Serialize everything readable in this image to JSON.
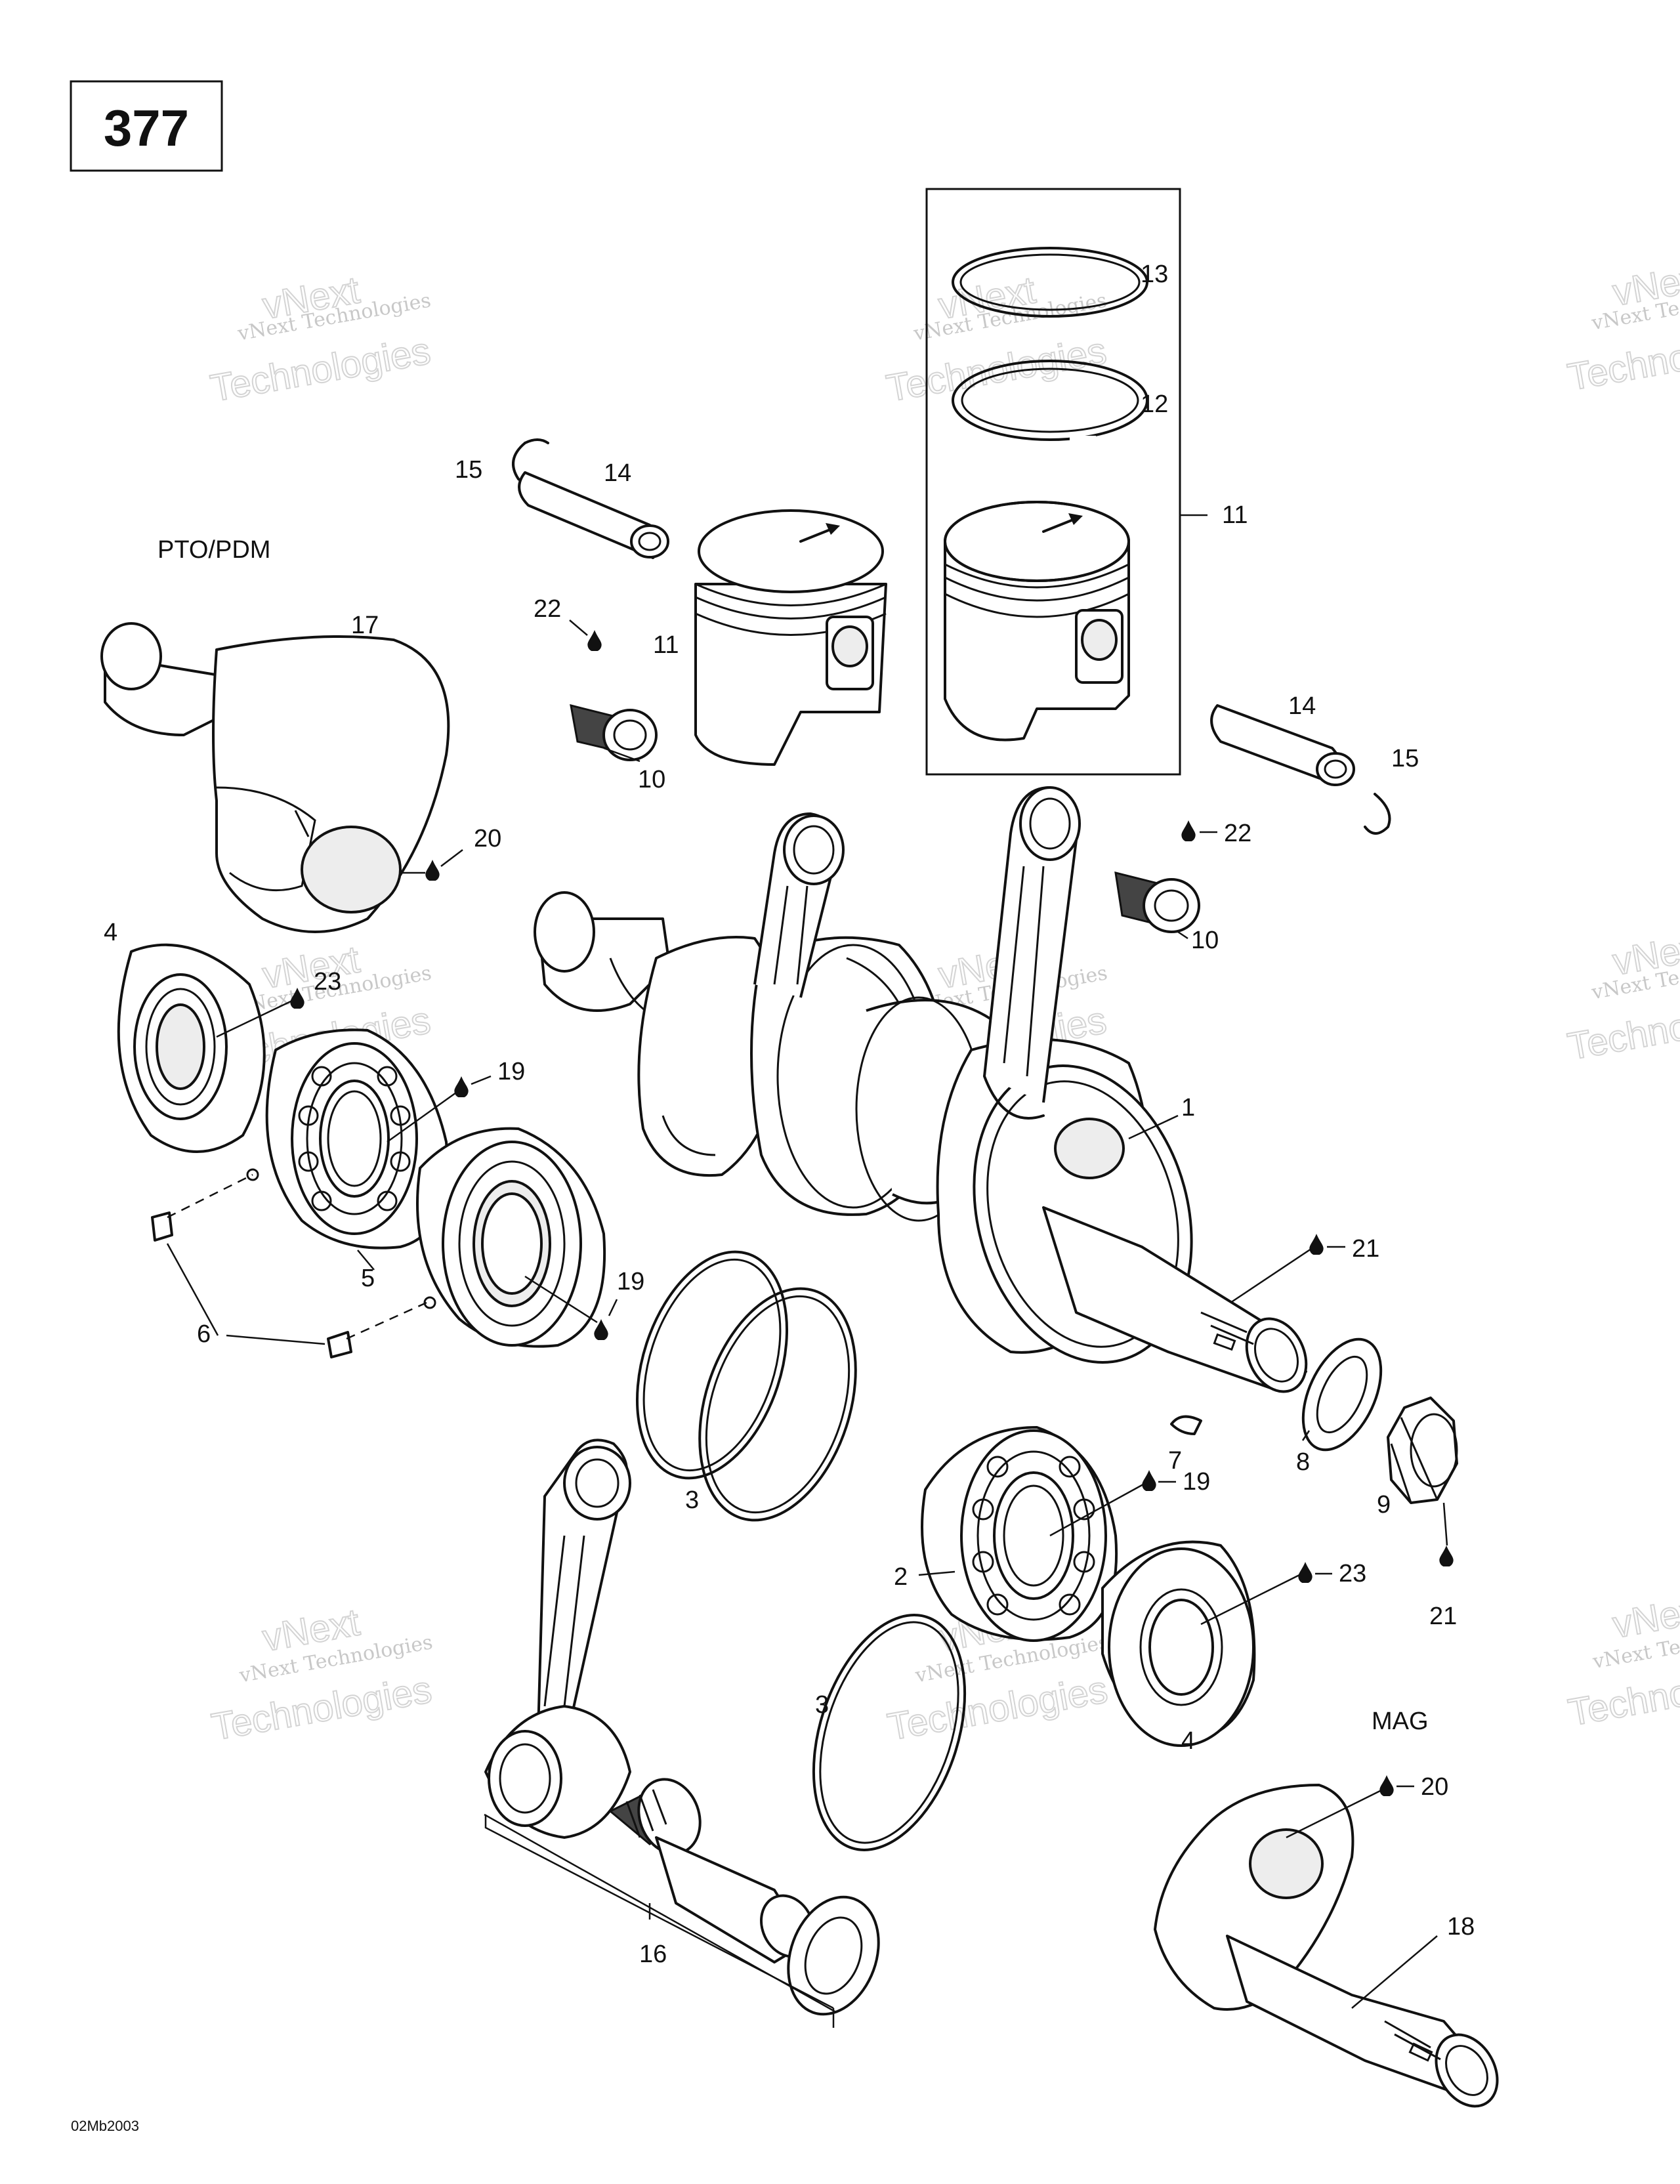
{
  "diagram_id": "377",
  "figure_code": "02Mb2003",
  "side_labels": {
    "pto": "PTO/PDM",
    "mag": "MAG"
  },
  "watermark": {
    "line1": "vNext Technologies",
    "line2": "Technologies",
    "line3": "vNext"
  },
  "callouts": {
    "c1": "1",
    "c2": "2",
    "c3a": "3",
    "c3b": "3",
    "c4a": "4",
    "c4b": "4",
    "c5": "5",
    "c6": "6",
    "c7": "7",
    "c8": "8",
    "c9": "9",
    "c10a": "10",
    "c10b": "10",
    "c11a": "11",
    "c11b": "11",
    "c12": "12",
    "c13": "13",
    "c14a": "14",
    "c14b": "14",
    "c15a": "15",
    "c15b": "15",
    "c16": "16",
    "c17": "17",
    "c18": "18",
    "c19a": "19",
    "c19b": "19",
    "c19c": "19",
    "c20a": "20",
    "c20b": "20",
    "c21a": "21",
    "c21b": "21",
    "c22a": "22",
    "c22b": "22",
    "c23a": "23",
    "c23b": "23"
  }
}
